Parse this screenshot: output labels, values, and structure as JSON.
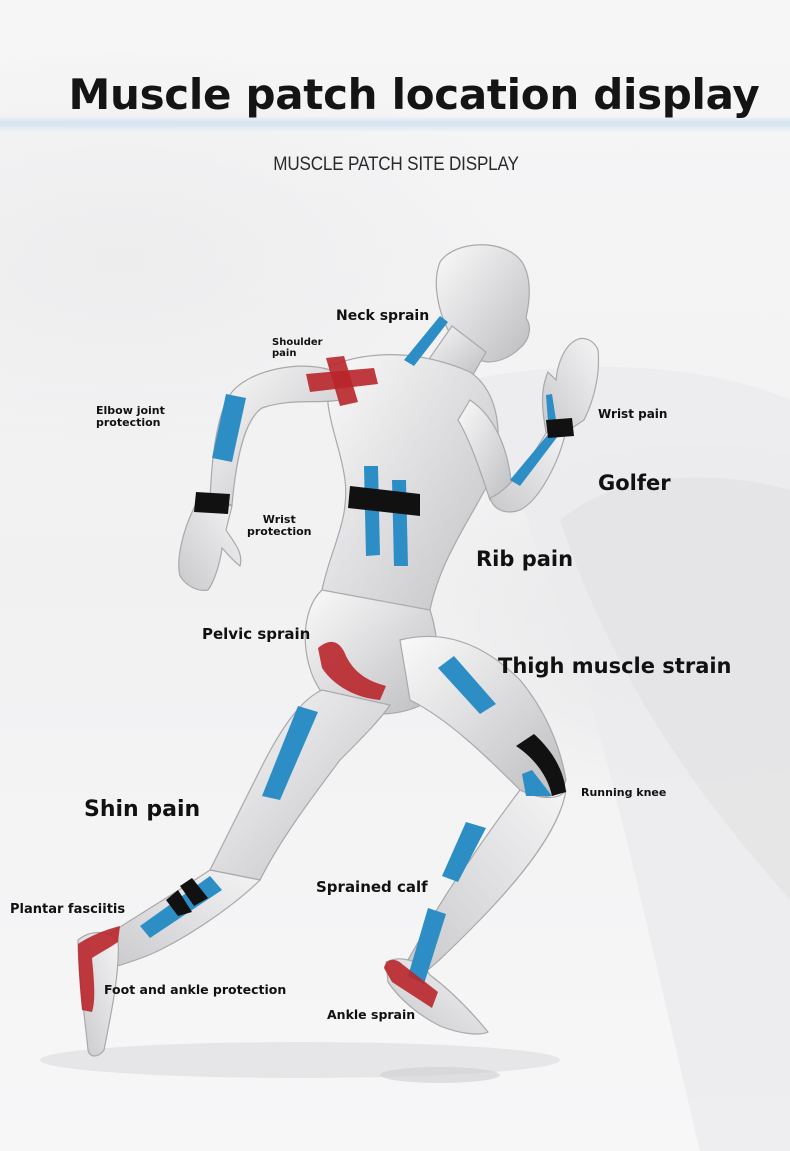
{
  "header": {
    "title": "Muscle patch location display",
    "subtitle": "MUSCLE PATCH SITE DISPLAY"
  },
  "colors": {
    "blue_tape": "#2d8ec6",
    "red_tape": "#b8262b",
    "black_tape": "#111111",
    "band": "#d8e4f1",
    "text": "#111111"
  },
  "labels": {
    "neck_sprain": "Neck sprain",
    "shoulder_pain_1": "Shoulder",
    "shoulder_pain_2": "pain",
    "elbow_1": "Elbow joint",
    "elbow_2": "protection",
    "wrist_pain": "Wrist pain",
    "golfer": "Golfer",
    "wrist_protection_1": "Wrist",
    "wrist_protection_2": "protection",
    "rib_pain": "Rib pain",
    "pelvic_sprain": "Pelvic sprain",
    "thigh_strain": "Thigh muscle strain",
    "running_knee": "Running knee",
    "shin_pain": "Shin pain",
    "sprained_calf": "Sprained calf",
    "plantar_fasciitis": "Plantar fasciitis",
    "foot_ankle": "Foot and ankle protection",
    "ankle_sprain": "Ankle sprain"
  }
}
